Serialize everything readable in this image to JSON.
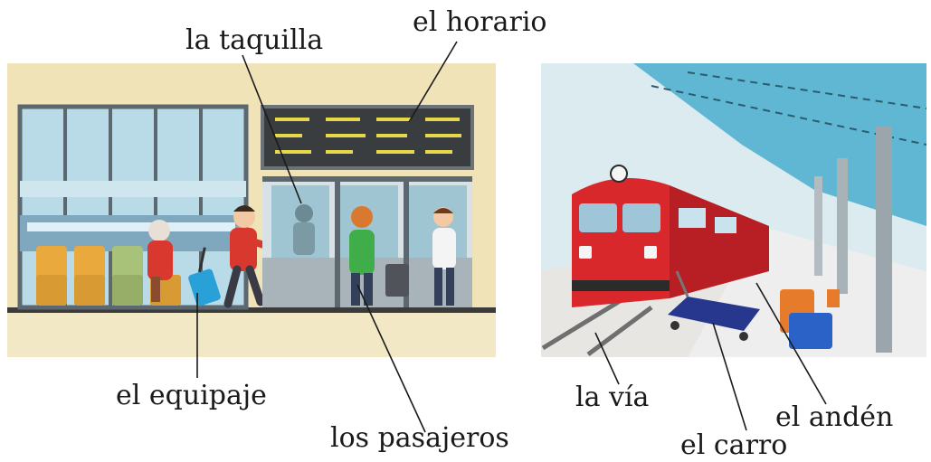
{
  "labels": {
    "taquilla": "la taquilla",
    "horario": "el horario",
    "equipaje": "el equipaje",
    "pasajeros": "los pasajeros",
    "via": "la vía",
    "carro": "el carro",
    "anden": "el andén"
  },
  "colors": {
    "station_wall": "#f1e3b8",
    "floor": "#ece9e1",
    "train_red": "#d8282c",
    "canopy": "#5fb7d4",
    "board": "#3a3d40",
    "board_text": "#e7d84a",
    "seat": "#e9a93c",
    "suitcase_blue": "#2aa0d8",
    "cart_blue": "#27378e"
  }
}
